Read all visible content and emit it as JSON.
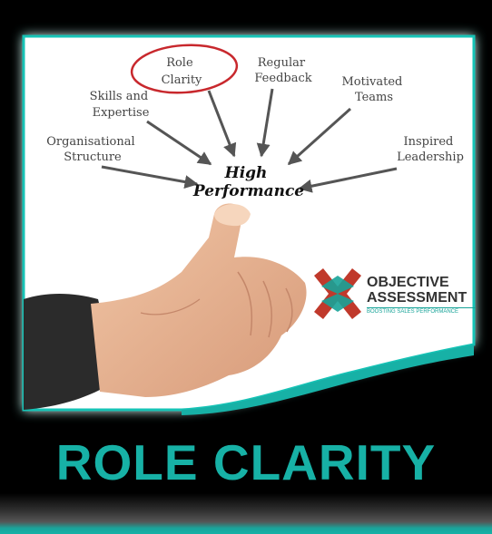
{
  "diagram": {
    "center_line1": "High",
    "center_line2": "Performance",
    "factors": [
      {
        "line1": "Role",
        "line2": "Clarity",
        "circled": true
      },
      {
        "line1": "Regular",
        "line2": "Feedback"
      },
      {
        "line1": "Skills and",
        "line2": "Expertise"
      },
      {
        "line1": "Motivated",
        "line2": "Teams"
      },
      {
        "line1": "Organisational",
        "line2": "Structure"
      },
      {
        "line1": "Inspired",
        "line2": "Leadership"
      }
    ]
  },
  "logo": {
    "line1": "OBJECTIVE",
    "line2": "ASSESSMENT",
    "tagline": "BOOSTING SALES PERFORMANCE"
  },
  "title": "ROLE CLARITY",
  "colors": {
    "accent": "#17b1a6",
    "circle": "#c8282d",
    "logo_red": "#c0392b",
    "logo_teal": "#17a398",
    "background": "#000000"
  }
}
